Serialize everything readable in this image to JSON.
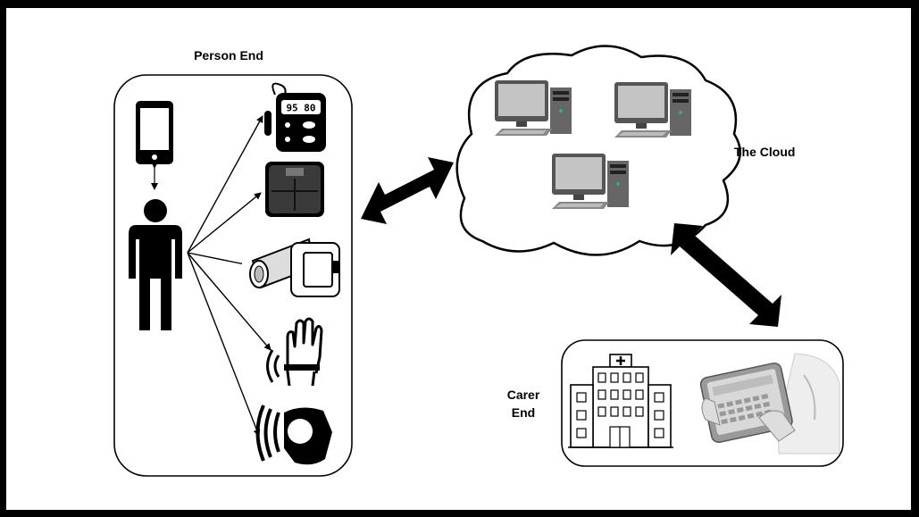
{
  "labels": {
    "person_end": "Person End",
    "the_cloud": "The Cloud",
    "carer_end_line1": "Carer",
    "carer_end_line2": "End"
  },
  "devices": {
    "bp_monitor_display": "95 80"
  },
  "icons": [
    "smartphone-icon",
    "person-icon",
    "glucose-meter-icon",
    "smart-scale-icon",
    "blood-pressure-cuff-icon",
    "wrist-sensor-icon",
    "smartwatch-icon",
    "desktop-computer-icon",
    "hospital-building-icon",
    "tablet-hands-icon"
  ],
  "colors": {
    "background": "#000000",
    "slide": "#ffffff",
    "ink": "#000000",
    "screen": "#b8b8b8"
  }
}
